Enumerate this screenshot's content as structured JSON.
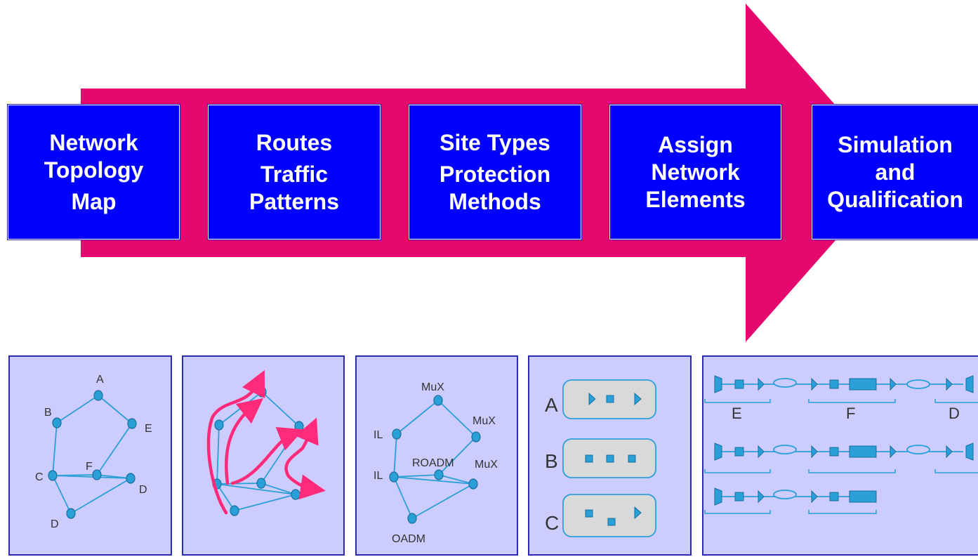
{
  "colors": {
    "arrow": "#e6086e",
    "step_box": "#0000ff",
    "panel_bg": "#ccccff",
    "panel_border": "#2b2bb0",
    "node_fill": "#2aa0d8",
    "link": "#2aa0d8",
    "route": "#ff2b7a"
  },
  "steps": [
    {
      "line1": "Network",
      "line2": "Topology",
      "line3": "Map"
    },
    {
      "line1": "Routes",
      "line2": "Traffic",
      "line3": "Patterns"
    },
    {
      "line1": "Site Types",
      "line2": "Protection",
      "line3": "Methods"
    },
    {
      "line1": "Assign",
      "line2": "Network",
      "line3": "Elements"
    },
    {
      "line1": "Simulation",
      "line2": "and",
      "line3": "Qualification"
    }
  ],
  "topology": {
    "labels": {
      "a": "A",
      "b": "B",
      "c": "C",
      "d1": "D",
      "d2": "D",
      "e": "E",
      "f": "F"
    }
  },
  "site_types": {
    "labels": {
      "mux1": "MuX",
      "mux2": "MuX",
      "mux3": "MuX",
      "il1": "IL",
      "il2": "IL",
      "roadm": "ROADM",
      "oadm": "OADM"
    }
  },
  "network_elements": {
    "rows": [
      {
        "label": "A"
      },
      {
        "label": "B"
      },
      {
        "label": "C"
      }
    ]
  },
  "simulation": {
    "labels": {
      "e": "E",
      "f": "F",
      "d": "D"
    }
  }
}
